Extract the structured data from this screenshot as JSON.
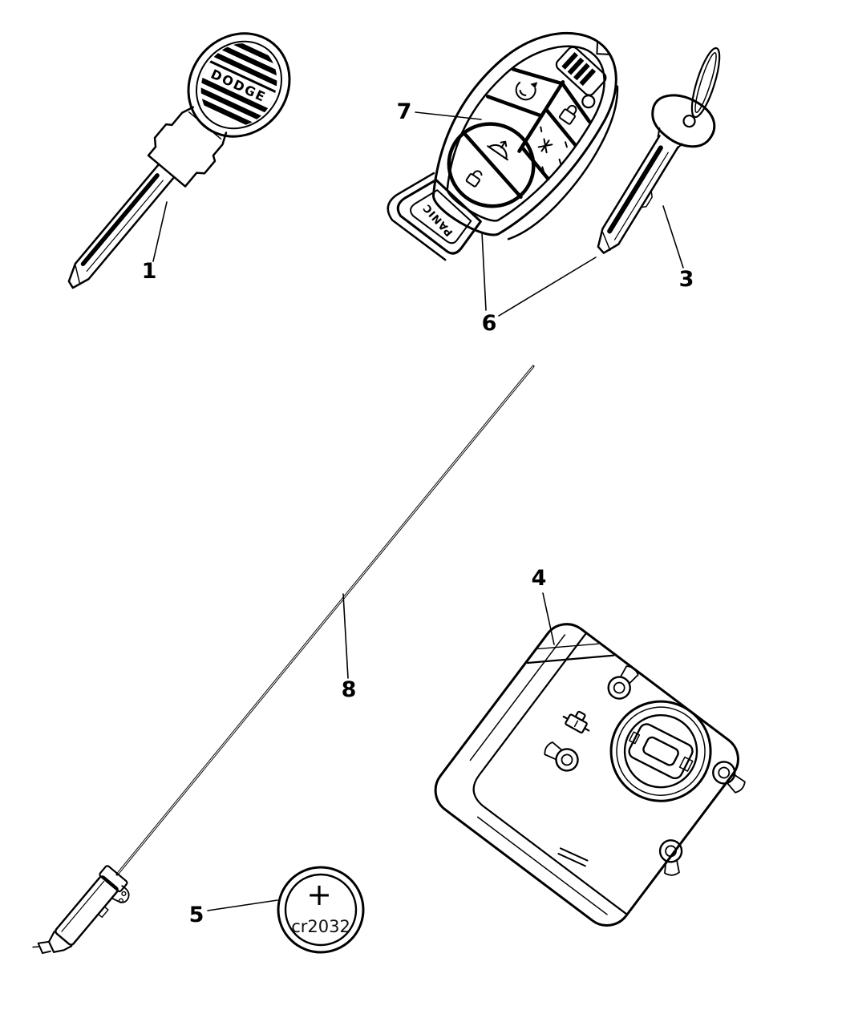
{
  "canvas": {
    "background": "#ffffff",
    "line_color": "#000000"
  },
  "callouts": {
    "key_blank": {
      "label": "1"
    },
    "emergency_key": {
      "label": "3"
    },
    "ignition_node": {
      "label": "4"
    },
    "battery": {
      "label": "5"
    },
    "transmitter": {
      "label": "6"
    },
    "key_fob": {
      "label": "7"
    },
    "antenna": {
      "label": "8"
    }
  },
  "labels": {
    "key_brand": "DODGE",
    "panic_button": "PANIC",
    "battery_polarity": "+",
    "battery_type": "cr2032"
  }
}
